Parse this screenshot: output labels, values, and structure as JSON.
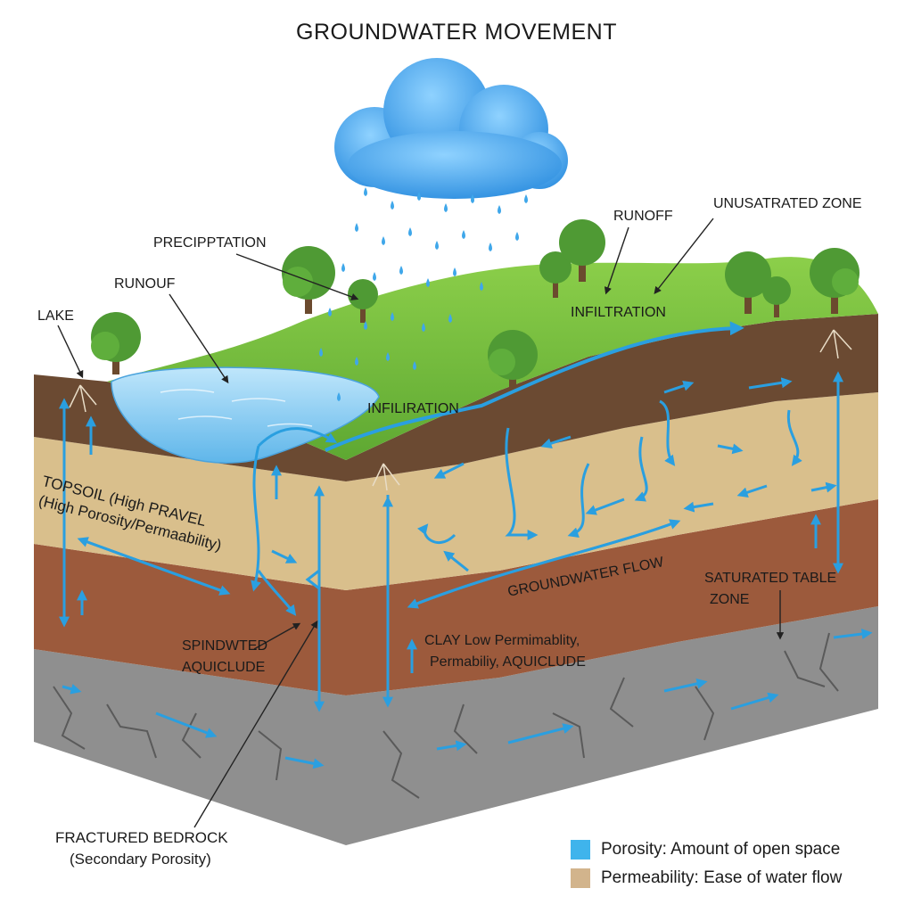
{
  "title": "GROUNDWATER MOVEMENT",
  "labels": {
    "precipitation": "PRECIPPTATION",
    "runouf": "RUNOUF",
    "lake": "LAKE",
    "runoff": "RUNOFF",
    "unsaturated_zone": "UNUSATRATED ZONE",
    "infiltration_top": "INFILTRATION",
    "infiliration": "INFILIRATION",
    "topsoil_line1": "TOPSOIL (High PRAVEL",
    "topsoil_line2": "(High Porosity/Permaability)",
    "groundwater_flow": "GROUNDWATER FLOW",
    "saturated_line1": "SATURATED TABLE",
    "saturated_line2": "ZONE",
    "clay_line1": "CLAY  Low Permimablity,",
    "clay_line2": "Permabiliy, AQUICLUDE",
    "spindwated_line1": "SPINDWTED",
    "spindwated_line2": "AQUICLUDE",
    "bedrock_line1": "FRACTURED BEDROCK",
    "bedrock_line2": "(Secondary Porosity)"
  },
  "legend": [
    {
      "text": "Porosity: Amount of open space",
      "color": "#3fb4ec"
    },
    {
      "text": "Permeability: Ease of water flow",
      "color": "#d2b48c"
    }
  ],
  "colors": {
    "water_arrow": "#2a9fe0",
    "grass": "#6fbf3a",
    "topsoil": "#6b4a32",
    "sand": "#d9bf8c",
    "clay": "#9c5a3c",
    "bedrock": "#8f8f8f"
  }
}
